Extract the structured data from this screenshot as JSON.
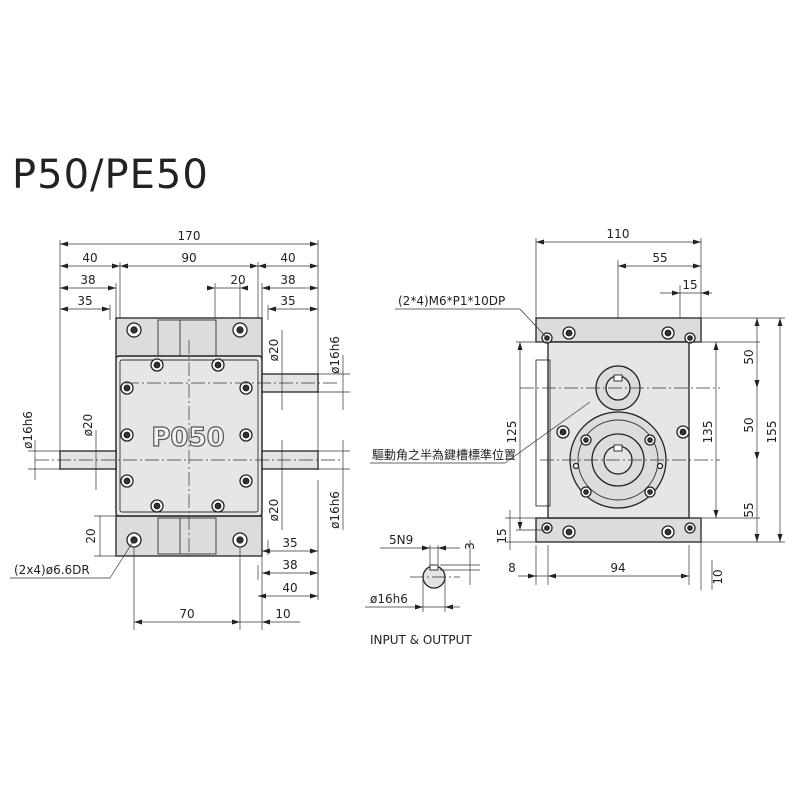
{
  "title": "P50/PE50",
  "model_label": "P050",
  "labels": {
    "input_output": "INPUT & OUTPUT",
    "tapped_holes": "(2*4)M6*P1*10DP",
    "mount_holes": "(2x4)ø6.6DR",
    "keyway_note": "驅動角之半為鍵槽標準位置",
    "key_width": "5N9",
    "key_depth": "3",
    "detail_shaft": "ø16h6"
  },
  "front_view": {
    "dims_top": [
      "170",
      "40",
      "90",
      "40",
      "38",
      "20",
      "38",
      "35",
      "35"
    ],
    "shaft_dia_left": "ø16h6",
    "shaft_dia_right_top": "ø16h6",
    "shaft_dia_right_bottom": "ø16h6",
    "bore_dia_left": "ø20",
    "bore_dia_right_top": "ø20",
    "bore_dia_right_bottom": "ø20",
    "dims_bottom": [
      "20",
      "35",
      "38",
      "40",
      "70",
      "10"
    ]
  },
  "side_view": {
    "dims_top": [
      "110",
      "55",
      "15"
    ],
    "dims_right": [
      "50",
      "50",
      "55",
      "135",
      "155",
      "10"
    ],
    "dims_left": [
      "125",
      "15"
    ],
    "dims_bottom": [
      "8",
      "94"
    ]
  }
}
